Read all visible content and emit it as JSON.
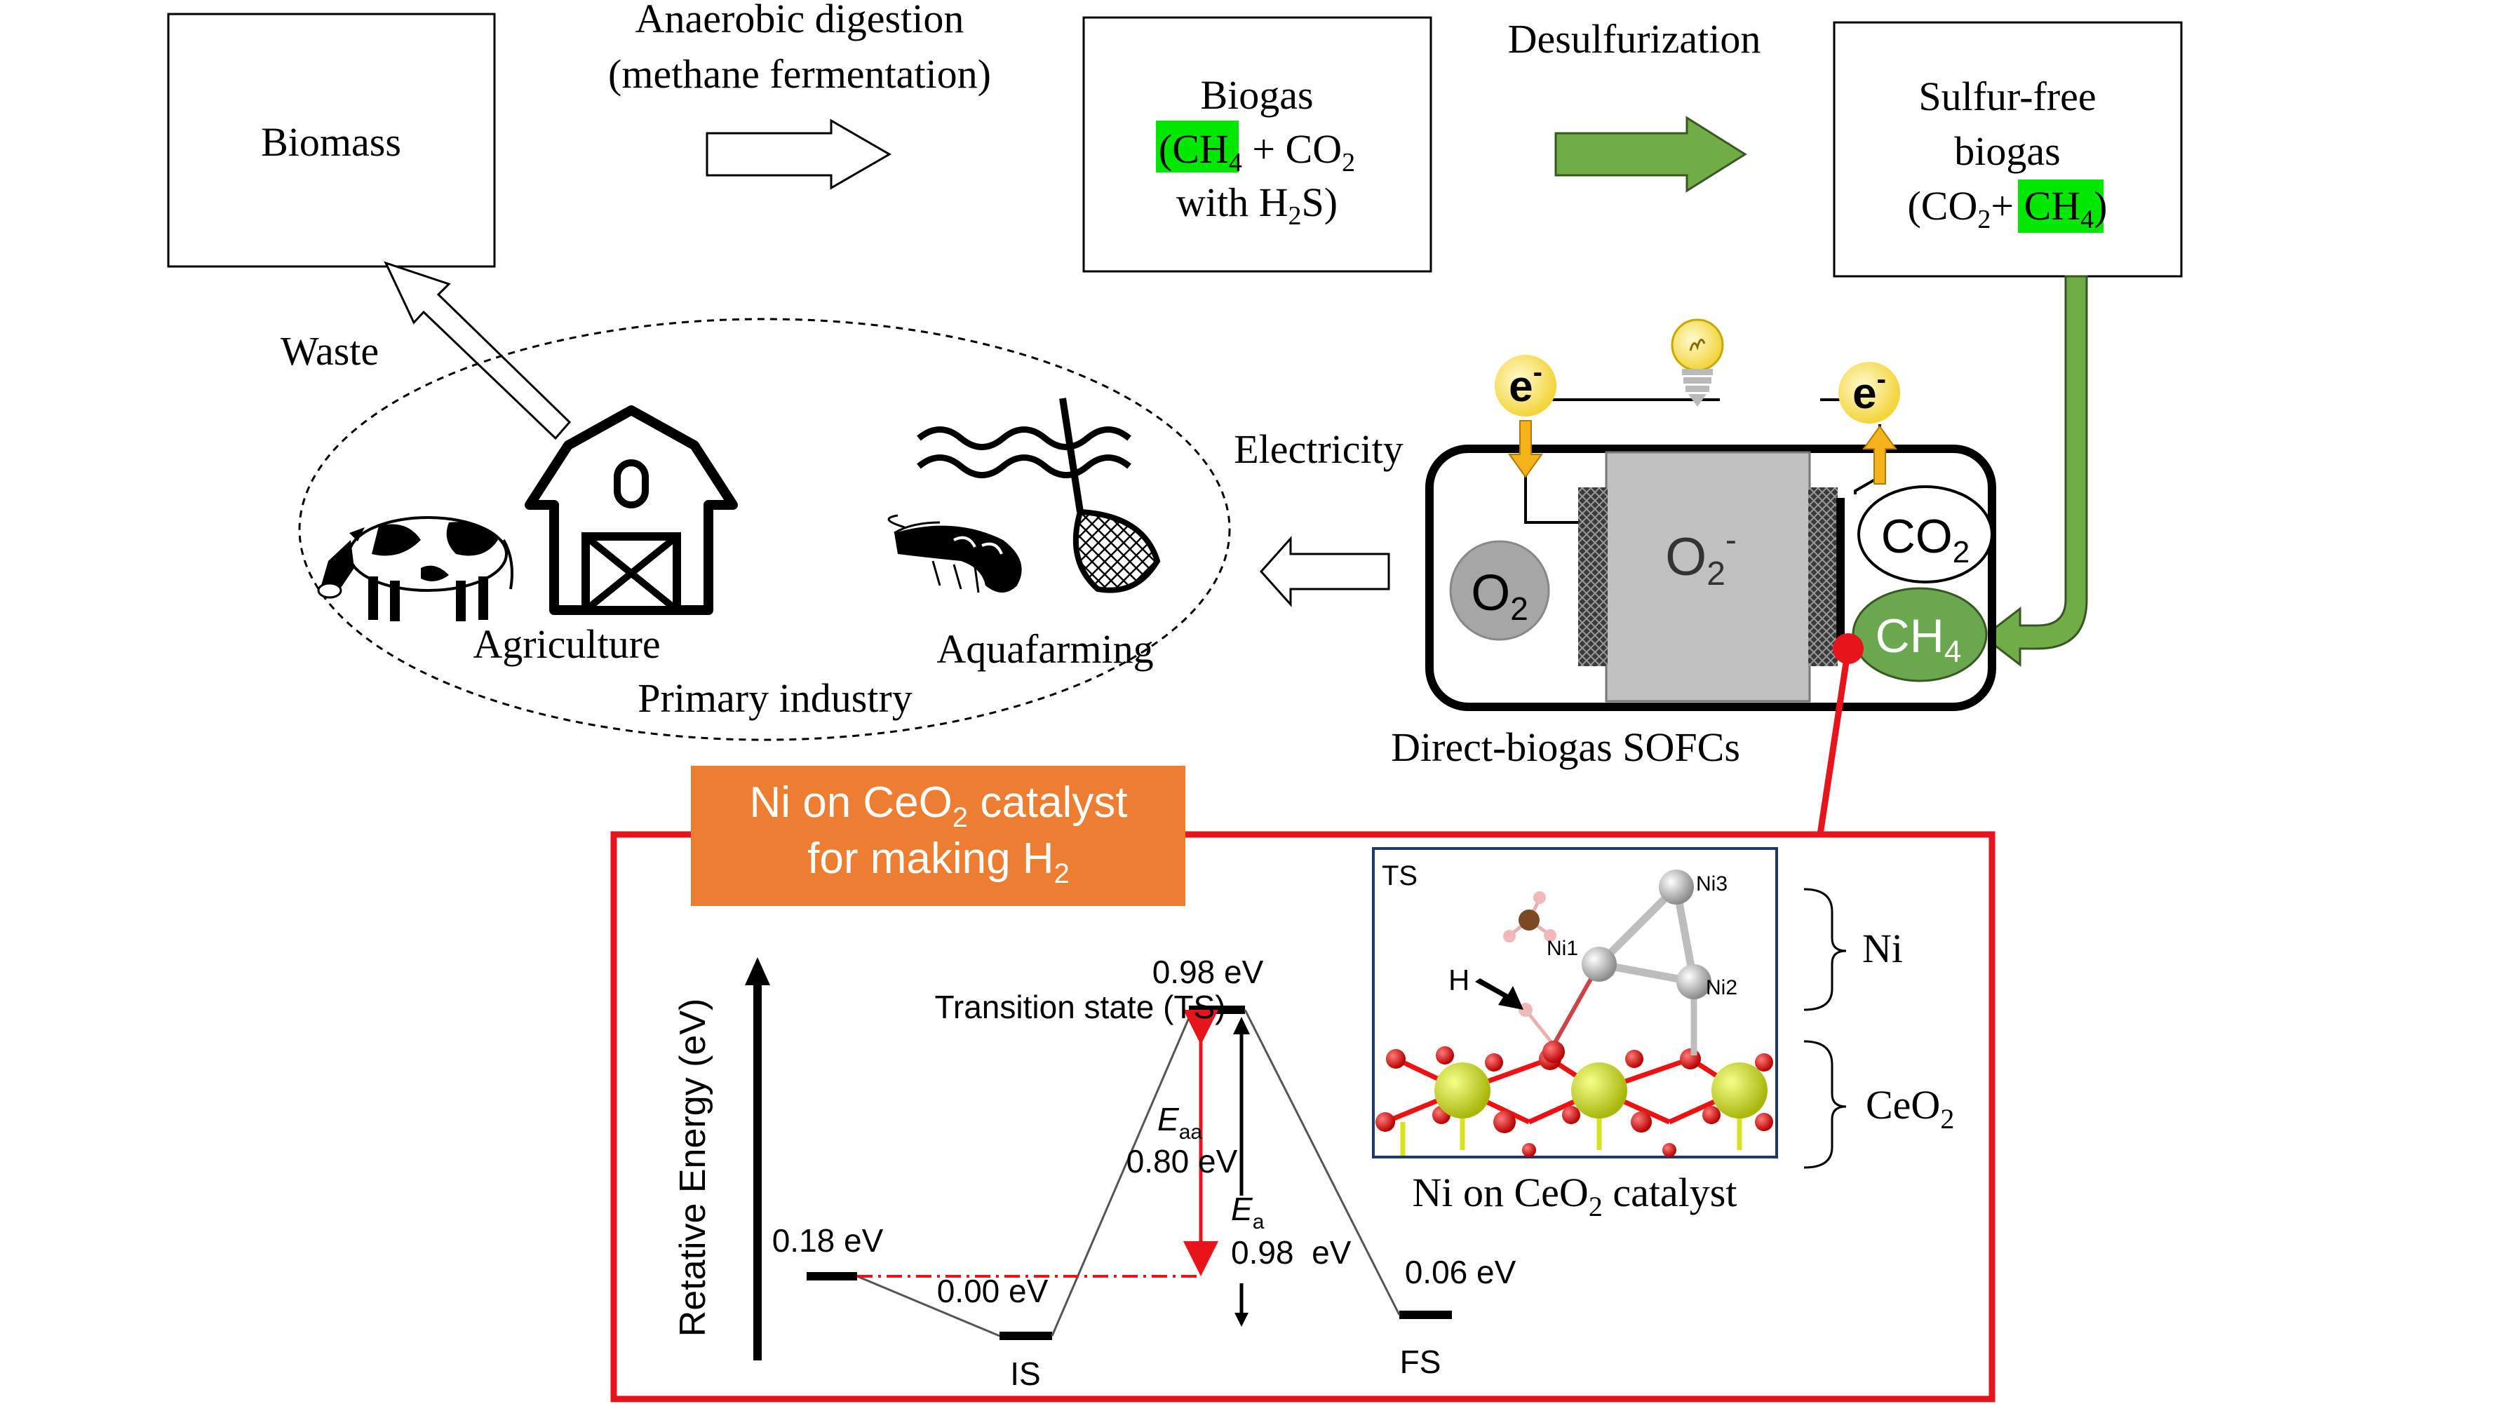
{
  "flow": {
    "biomass": "Biomass",
    "digestion_line1": "Anaerobic digestion",
    "digestion_line2": "(methane fermentation)",
    "biogas": {
      "title": "Biogas",
      "ch4": "CH",
      "ch4_sub": "4",
      "plus_co2": " + CO",
      "co2_sub": "2",
      "with": "with H",
      "h2s_sub": "2",
      "s_close": "S)"
    },
    "desulfurization": "Desulfurization",
    "sulfur_free": {
      "line1": "Sulfur-free",
      "line2": "biogas",
      "co2": "(CO",
      "co2_sub": "2",
      "plus": "+ ",
      "ch4": "CH",
      "ch4_sub": "4",
      "close": ")"
    },
    "waste": "Waste",
    "electricity": "Electricity",
    "agriculture": "Agriculture",
    "aquafarming": "Aquafarming",
    "primary_industry": "Primary industry",
    "sofc_label": "Direct-biogas SOFCs"
  },
  "sofc": {
    "electron": "e",
    "electron_sup": "-",
    "o2": "O",
    "o2_sub": "2",
    "o2ion": "O",
    "o2ion_sub": "2",
    "o2ion_sup": "-",
    "co2": "CO",
    "co2_sub": "2",
    "ch4": "CH",
    "ch4_sub": "4"
  },
  "catalyst_box": {
    "title_line1_a": "Ni on CeO",
    "title_line1_sub": "2",
    "title_line1_b": " catalyst",
    "title_line2_a": "for making H",
    "title_line2_sub": "2"
  },
  "energy": {
    "ylabel": "Retative Energy (eV)",
    "ts_label": "Transition state (TS)",
    "ts_value": "0.98 eV",
    "start_value": "0.18 eV",
    "is_value": "0.00 eV",
    "fs_value": "0.06 eV",
    "is_label": "IS",
    "fs_label": "FS",
    "eaa_symbol": "E",
    "eaa_sub": "aa",
    "eaa_value": "0.80 eV",
    "ea_symbol": "E",
    "ea_sub": "a",
    "ea_value": "0.98  eV"
  },
  "structure": {
    "ts_tag": "TS",
    "h_tag": "H",
    "ni1": "Ni1",
    "ni2": "Ni2",
    "ni3": "Ni3",
    "ni_bracket": "Ni",
    "ceo2_bracket": "CeO",
    "ceo2_sub": "2",
    "caption_a": "Ni on CeO",
    "caption_sub": "2",
    "caption_b": " catalyst"
  },
  "colors": {
    "green_arrow": "#70AD47",
    "highlight_green": "#00E800",
    "red_frame": "#E8141B",
    "orange_box": "#ED7D31",
    "electron_yellow": "#F4D03F",
    "orange_arrow": "#F5B21A",
    "ch4_bubble": "#6AA84F"
  }
}
